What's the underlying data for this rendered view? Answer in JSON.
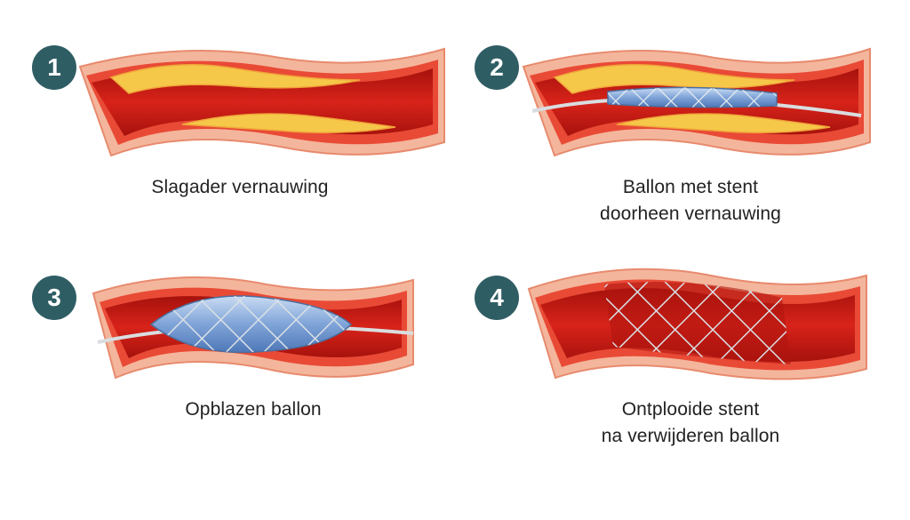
{
  "steps": [
    {
      "number": "1",
      "caption_lines": [
        "Slagader vernauwing"
      ]
    },
    {
      "number": "2",
      "caption_lines": [
        "Ballon met stent",
        "doorheen vernauwing"
      ]
    },
    {
      "number": "3",
      "caption_lines": [
        "Opblazen ballon"
      ]
    },
    {
      "number": "4",
      "caption_lines": [
        "Ontplooide stent",
        "na verwijderen ballon"
      ]
    }
  ],
  "colors": {
    "badge": "#2f5d64",
    "artery_wall": "#f5a88f",
    "artery_outer": "#e94a36",
    "blood": "#c8170f",
    "plaque": "#f6c84a",
    "stent": "#c9d3da",
    "balloon": "#7fa4d8"
  }
}
